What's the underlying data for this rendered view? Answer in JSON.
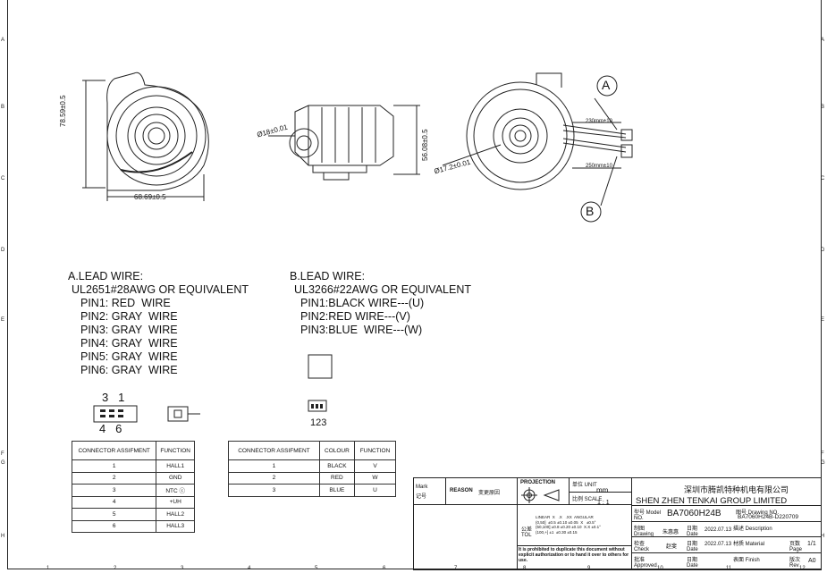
{
  "border": {
    "rows": [
      "A",
      "B",
      "C",
      "D",
      "E",
      "F",
      "G",
      "H"
    ],
    "cols": [
      "1",
      "2",
      "3",
      "4",
      "5",
      "6",
      "7",
      "8",
      "9",
      "10",
      "11",
      "12"
    ]
  },
  "dimensions": {
    "front_height": "78.59±0.5",
    "front_width": "68.69±0.5",
    "side_dia": "Ø18±0.01",
    "side_height": "56.08±0.5",
    "rear_dia": "Ø17.2±0.01",
    "wire_len_a": "230mm±10",
    "wire_len_b": "250mm±10",
    "callout_a": "A",
    "callout_b": "B"
  },
  "lead_a": {
    "title": "A.LEAD WIRE:",
    "spec": "UL2651#28AWG OR EQUIVALENT",
    "pins": [
      "PIN1: RED  WIRE",
      "PIN2: GRAY  WIRE",
      "PIN3: GRAY  WIRE",
      "PIN4: GRAY  WIRE",
      "PIN5: GRAY  WIRE",
      "PIN6: GRAY  WIRE"
    ],
    "conn_top": "3   1",
    "conn_bottom": "4   6"
  },
  "lead_b": {
    "title": "B.LEAD WIRE:",
    "spec": "UL3266#22AWG OR EQUIVALENT",
    "pins": [
      "PIN1:BLACK WIRE---(U)",
      "PIN2:RED WIRE---(V)",
      "PIN3:BLUE  WIRE---(W)"
    ],
    "conn_label": "123"
  },
  "table_a": {
    "headers": [
      "CONNECTOR ASSIFMENT",
      "FUNCTION"
    ],
    "rows": [
      [
        "1",
        "HALL1"
      ],
      [
        "2",
        "GND"
      ],
      [
        "3",
        "NTC ⓒ"
      ],
      [
        "4",
        "+UH"
      ],
      [
        "5",
        "HALL2"
      ],
      [
        "6",
        "HALL3"
      ]
    ]
  },
  "table_b": {
    "headers": [
      "CONNECTOR ASSIFMENT",
      "COLOUR",
      "FUNCTION"
    ],
    "rows": [
      [
        "1",
        "BLACK",
        "V"
      ],
      [
        "2",
        "RED",
        "W"
      ],
      [
        "3",
        "BLUE",
        "U"
      ]
    ]
  },
  "title_block": {
    "mark": "Mark",
    "mark_cn": "记号",
    "reason": "REASON",
    "reason_cn": "变更原因",
    "projection": "PROJECTION",
    "unit_label": "单位 UNIT",
    "unit": "mm",
    "scale_label": "比例 SCALE",
    "scale": "1 : 1",
    "company_cn": "深圳市腾凯特种机电有限公司",
    "company": "SHEN ZHEN  TENKAI  GROUP  LIMITED",
    "model_label": "型号 Model NO.",
    "model": "BA7060H24B",
    "drawing_no_label": "图号 Drawing NO.",
    "drawing_no": "BA7060H24B-D220709",
    "tol_label": "公差 TOL",
    "tol_table": "LINEAR  X   .X   .XX  ANGULAR\n(0,50]  ±0.5 ±0.10 ±0.05  X   ±0.5°\n(50,100] ±0.8 ±0.20 ±0.10  X.X ±0.1°\n(100,+] ±1  ±0.30 ±0.15",
    "drawing_label": "制图 Drawing",
    "drawer": "朱惠惠",
    "date_label": "日期 Date",
    "date1": "2022.07.13",
    "description_label": "描述 Description",
    "check_label": "检查 Check",
    "checker": "赵斐",
    "date2": "2022.07.13",
    "material_label": "材质 Material",
    "page_label": "页数 Page",
    "page": "1/1",
    "approved_label": "批准 Approved",
    "finish_label": "表面 Finish",
    "rev_label": "版次 Rev",
    "rev": "A0",
    "warning": "It is prohibited to duplicate this document without explicit authorization or to hand it over to others for use."
  }
}
